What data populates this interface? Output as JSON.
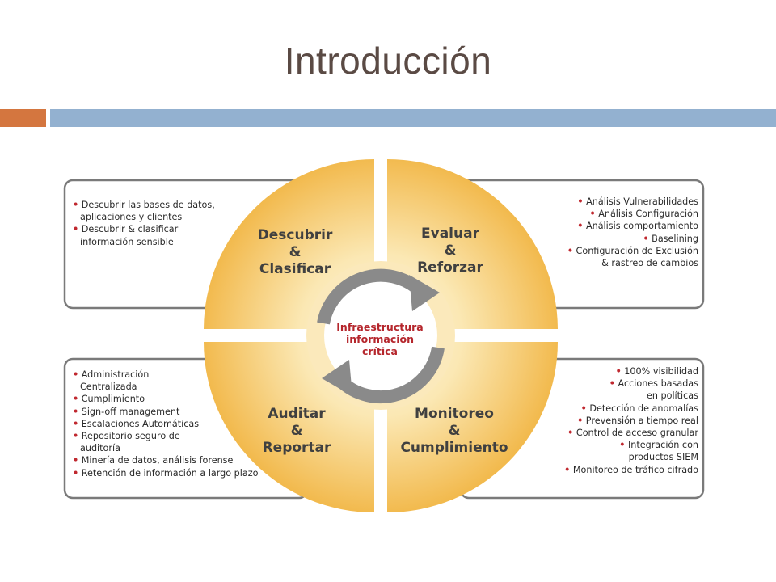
{
  "slide": {
    "title": "Introducción"
  },
  "diagram": {
    "center": [
      "Infraestructura",
      "información",
      "crítica"
    ],
    "quadrants": {
      "top_left": {
        "title": [
          "Descubrir",
          "&",
          "Clasificar"
        ]
      },
      "top_right": {
        "title": [
          "Evaluar",
          "&",
          "Reforzar"
        ]
      },
      "bottom_left": {
        "title": [
          "Auditar",
          "&",
          "Reportar"
        ]
      },
      "bottom_right": {
        "title": [
          "Monitoreo",
          "&",
          "Cumplimiento"
        ]
      }
    },
    "boxes": {
      "top_left": [
        [
          "Descubrir las bases de datos,",
          "aplicaciones y clientes"
        ],
        [
          "Descubrir & clasificar",
          "información sensible"
        ]
      ],
      "top_right": [
        [
          "Análisis Vulnerabilidades"
        ],
        [
          "Análisis Configuración"
        ],
        [
          "Análisis comportamiento"
        ],
        [
          "Baselining"
        ],
        [
          "Configuración de Exclusión",
          "& rastreo de cambios"
        ]
      ],
      "bottom_left": [
        [
          "Administración",
          "Centralizada"
        ],
        [
          "Cumplimiento"
        ],
        [
          "Sign-off management"
        ],
        [
          "Escalaciones Automáticas"
        ],
        [
          "Repositorio seguro de",
          "auditoría"
        ],
        [
          "Minería de datos, análisis forense"
        ],
        [
          "Retención de información a largo plazo"
        ]
      ],
      "bottom_right": [
        [
          "100% visibilidad"
        ],
        [
          "Acciones basadas",
          "en políticas"
        ],
        [
          "Detección de anomalías"
        ],
        [
          "Prevensión a tiempo real"
        ],
        [
          "Control de acceso granular"
        ],
        [
          "Integración con",
          "productos SIEM"
        ],
        [
          "Monitoreo de tráfico cifrado"
        ]
      ]
    },
    "colors": {
      "wedge_light": "#fbecc4",
      "wedge_dark": "#f2b94c",
      "arrow": "#8a8a8a",
      "bullet": "#c0282f",
      "center_text": "#b5262c",
      "box_border": "#7a7a7a"
    }
  }
}
